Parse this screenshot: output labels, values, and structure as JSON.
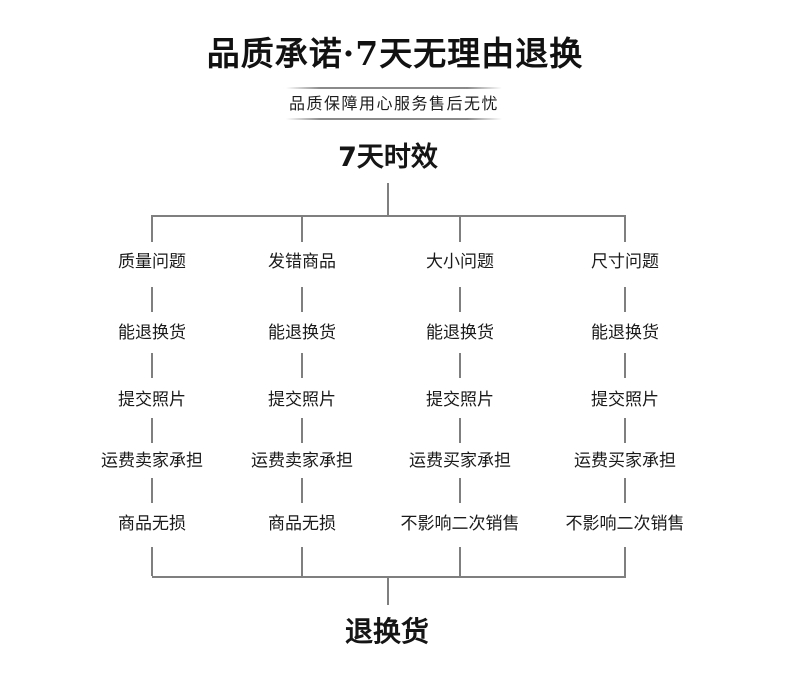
{
  "header": {
    "title": "品质承诺·7天无理由退换",
    "subtitle": "品质保障用心服务售后无忧"
  },
  "flowchart": {
    "root_label": "7天时效",
    "result_label": "退换货",
    "columns": [
      {
        "issue": "质量问题",
        "steps": [
          "能退换货",
          "提交照片",
          "运费卖家承担",
          "商品无损"
        ]
      },
      {
        "issue": "发错商品",
        "steps": [
          "能退换货",
          "提交照片",
          "运费卖家承担",
          "商品无损"
        ]
      },
      {
        "issue": "大小问题",
        "steps": [
          "能退换货",
          "提交照片",
          "运费买家承担",
          "不影响二次销售"
        ]
      },
      {
        "issue": "尺寸问题",
        "steps": [
          "能退换货",
          "提交照片",
          "运费买家承担",
          "不影响二次销售"
        ]
      }
    ]
  },
  "colors": {
    "background": "#ffffff",
    "connector_line": "#7f7f7f",
    "text": "#1a1a1a",
    "title_text": "#111111"
  }
}
